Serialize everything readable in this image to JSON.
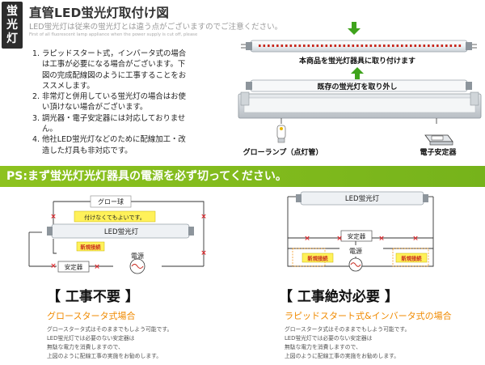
{
  "header": {
    "badge": [
      "蛍",
      "光",
      "灯"
    ],
    "title": "直管LED蛍光灯取付け図",
    "subtitle": "LED蛍光灯は従来の蛍光灯とは違う点がございますのでご注意ください。",
    "english": "First of all fluorescent lamp appliance when the power supply is cut off, please"
  },
  "notes": [
    {
      "num": "1.",
      "text": [
        "ラピッドスタート式，インバータ式の場合",
        "は工事が必要になる場合がございます。下",
        "図の完成配線図のように工事することをお",
        "ススメします。"
      ]
    },
    {
      "num": "2.",
      "text": [
        "非常灯と併用している蛍光灯の場合はお使",
        "い頂けない場合がございます。"
      ]
    },
    {
      "num": "3.",
      "text": [
        "調光器・電子安定器には対応しておりませ",
        "ん。"
      ]
    },
    {
      "num": "4.",
      "text": [
        "他社LED蛍光灯などのために配線加工・改",
        "造した灯具も非対応です。"
      ]
    }
  ],
  "install": {
    "mount_label": "本商品を蛍光灯器具に取り付けます",
    "remove_label": "既存の蛍光灯を取り外し",
    "glow_lamp_label": "グローランプ（点灯管）",
    "stabilizer_label": "電子安定器"
  },
  "banner": {
    "text": "PS:まず蛍光灯光灯器具の電源を必ず切ってください。"
  },
  "left_diagram": {
    "glow": "グロー球",
    "ok_note": "付けなくてもよいです。",
    "led": "LED蛍光灯",
    "new_wire": "新規接続",
    "stabilizer": "安定器",
    "power": "電源"
  },
  "right_diagram": {
    "led": "LED蛍光灯",
    "stabilizer": "安定器",
    "new_wire_left": "新規接続",
    "new_wire_right": "新規接続",
    "power": "電源"
  },
  "left_panel": {
    "heading": "【 工事不要 】",
    "method": "グロースタータ式場合",
    "desc": [
      "グロースタータ式はそのままでもしよう可能です。",
      "LED蛍光灯では必要のない安定器は",
      "無駄な電力を消費しますので、",
      "上図のように配線工事の実施をお勧めします。"
    ]
  },
  "right_panel": {
    "heading": "【 工事絶対必要 】",
    "method": "ラピッドスタート式&インバータ式の場合",
    "desc": [
      "グロースタータ式はそのままでもしよう可能です。",
      "LED蛍光灯では必要のない安定器は",
      "無駄な電力を消費しますので、",
      "上図のように配線工事の実施をお勧めします。"
    ]
  },
  "colors": {
    "accent_green": "#8dc21f",
    "arrow_green": "#3fa31c",
    "method_orange": "#f08a00",
    "cut_red": "#e0262a",
    "tag_yellow": "#fff15a"
  }
}
